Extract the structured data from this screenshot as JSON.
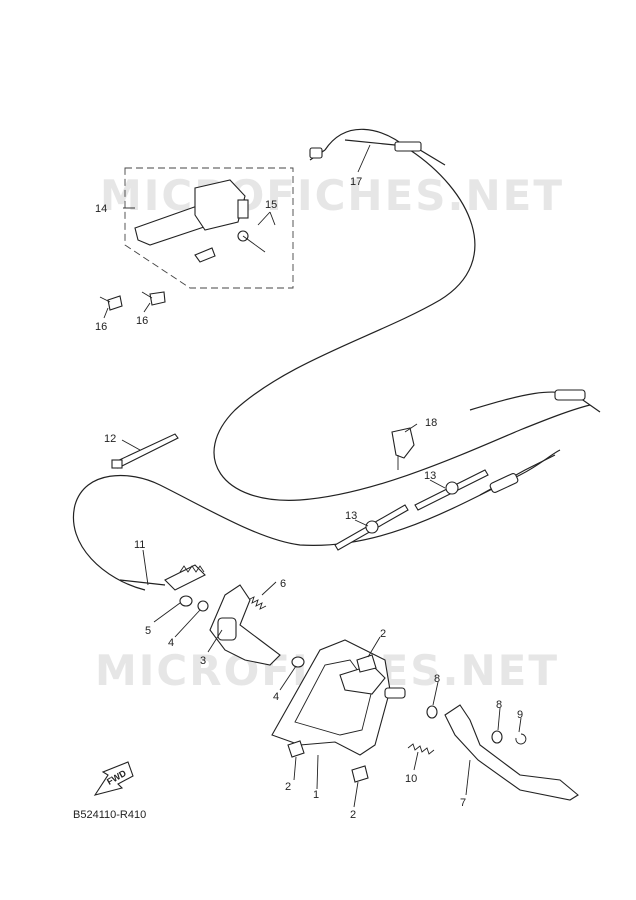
{
  "watermarks": [
    "MICROFICHES.NET",
    "MICROFICHES.NET"
  ],
  "diagram_code": "B524110-R410",
  "fwd_label": "FWD",
  "callouts": {
    "c1": "1",
    "c2a": "2",
    "c2b": "2",
    "c2c": "2",
    "c3": "3",
    "c4a": "4",
    "c4b": "4",
    "c5": "5",
    "c6": "6",
    "c7": "7",
    "c8a": "8",
    "c8b": "8",
    "c9": "9",
    "c10": "10",
    "c11": "11",
    "c12": "12",
    "c13a": "13",
    "c13b": "13",
    "c14": "14",
    "c15": "15",
    "c16a": "16",
    "c16b": "16",
    "c17": "17",
    "c18": "18"
  }
}
